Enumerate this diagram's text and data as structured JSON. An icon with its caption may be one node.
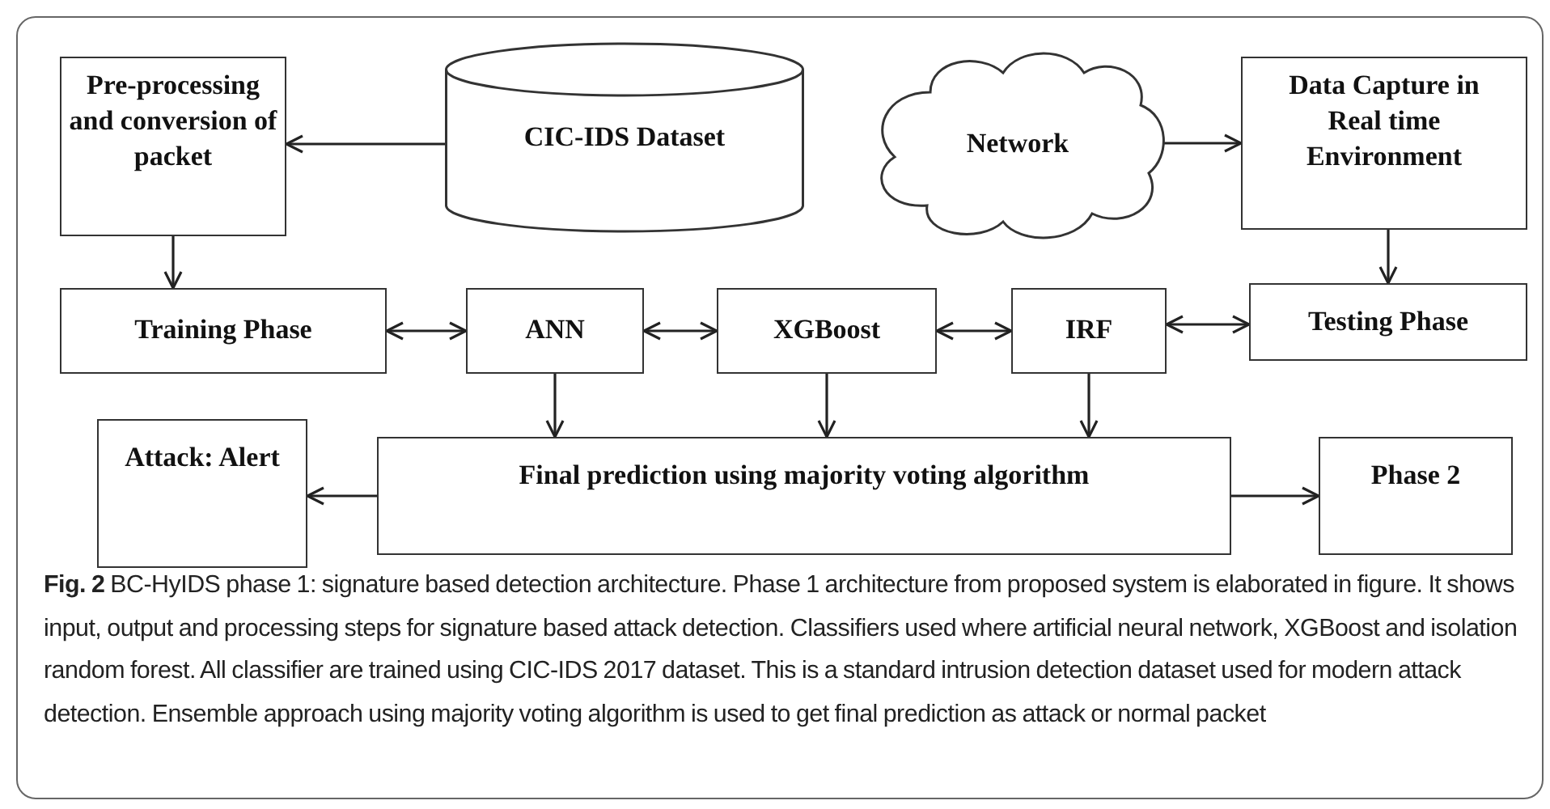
{
  "diagram": {
    "caption": "**Fig. 2** BC-HyIDS phase 1: signature based detection architecture. Phase 1 architecture from proposed system is elaborated in figure. It shows input, output and processing steps for signature based attack detection. Classifiers used where artificial neural network, XGBoost and isolation random forest. All classifier are trained using CIC-IDS 2017 dataset. This is a standard intrusion detection dataset used for modern attack detection. Ensemble approach using majority voting algorithm is used to get final prediction as attack or normal packet",
    "nodes": [
      {
        "text": [
          "Pre-processing and conversion of packet"
        ]
      },
      {
        "text": [
          "CIC-IDS Dataset"
        ]
      },
      {
        "text": [
          "Network"
        ]
      },
      {
        "text": [
          "Data Capture in Real time Environment"
        ]
      },
      {
        "text": [
          "Training Phase"
        ]
      },
      {
        "text": [
          "ANN"
        ]
      },
      {
        "text": [
          "XGBoost"
        ]
      },
      {
        "text": [
          "IRF"
        ]
      },
      {
        "text": [
          "Testing Phase"
        ]
      },
      {
        "text": [
          "Attack: Alert"
        ]
      },
      {
        "text": [
          "Final prediction using majority voting algorithm"
        ]
      },
      {
        "text": [
          "Phase 2"
        ]
      }
    ],
    "edges": [
      {
        "from": 1,
        "to": 0,
        "arrow": "to"
      },
      {
        "from": 2,
        "to": 3,
        "arrow": "to"
      },
      {
        "from": 0,
        "to": 4,
        "arrow": "to"
      },
      {
        "from": 3,
        "to": 8,
        "arrow": "to"
      },
      {
        "from": 4,
        "to": 5,
        "arrow": "both"
      },
      {
        "from": 5,
        "to": 6,
        "arrow": "both"
      },
      {
        "from": 6,
        "to": 7,
        "arrow": "both"
      },
      {
        "from": 7,
        "to": 8,
        "arrow": "both"
      },
      {
        "from": 5,
        "to": 10,
        "arrow": "to"
      },
      {
        "from": 6,
        "to": 10,
        "arrow": "to"
      },
      {
        "from": 7,
        "to": 10,
        "arrow": "to"
      },
      {
        "from": 10,
        "to": 9,
        "arrow": "to"
      },
      {
        "from": 10,
        "to": 11,
        "arrow": "to"
      }
    ]
  }
}
